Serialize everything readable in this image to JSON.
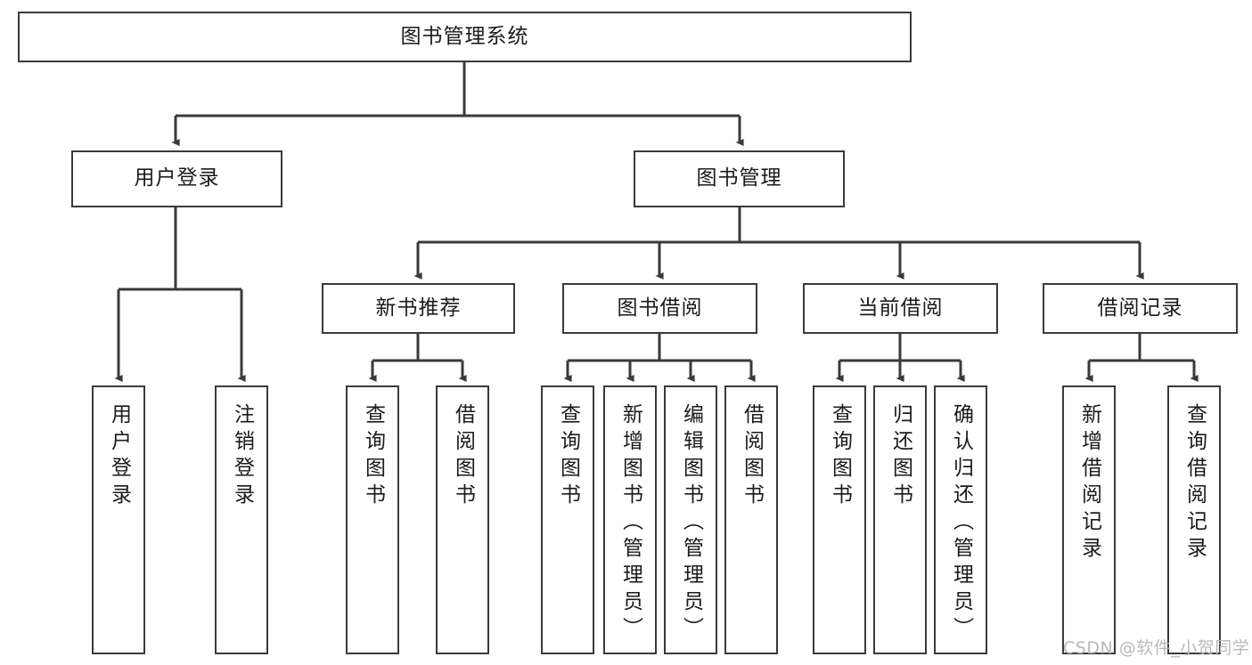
{
  "diagram": {
    "type": "hierarchy-tree",
    "title": "图书管理系统",
    "watermark": "CSDN @软件_小贺同学",
    "colors": {
      "box_border": "#3a3a3a",
      "box_fill": "#ffffff",
      "edge": "#3a3a3a",
      "text": "#1b1b1b",
      "watermark": "#b9b9b9"
    },
    "nodes": {
      "root": {
        "label": "图书管理系统"
      },
      "level2": [
        {
          "id": "user-login",
          "label": "用户登录"
        },
        {
          "id": "book-management",
          "label": "图书管理"
        }
      ],
      "level3": [
        {
          "id": "new-book-recommend",
          "label": "新书推荐"
        },
        {
          "id": "book-borrow",
          "label": "图书借阅"
        },
        {
          "id": "current-borrow",
          "label": "当前借阅"
        },
        {
          "id": "borrow-records",
          "label": "借阅记录"
        }
      ],
      "leaves": [
        {
          "id": "leaf-user-login",
          "label": "用户登录",
          "parent": "user-login"
        },
        {
          "id": "leaf-logout",
          "label": "注销登录",
          "parent": "user-login"
        },
        {
          "id": "leaf-query-book-1",
          "label": "查询图书",
          "parent": "new-book-recommend"
        },
        {
          "id": "leaf-borrow-book-1",
          "label": "借阅图书",
          "parent": "new-book-recommend"
        },
        {
          "id": "leaf-query-book-2",
          "label": "查询图书",
          "parent": "book-borrow"
        },
        {
          "id": "leaf-add-book",
          "label": "新增图书（管理员）",
          "parent": "book-borrow"
        },
        {
          "id": "leaf-edit-book",
          "label": "编辑图书（管理员）",
          "parent": "book-borrow"
        },
        {
          "id": "leaf-borrow-book-2",
          "label": "借阅图书",
          "parent": "book-borrow"
        },
        {
          "id": "leaf-query-book-3",
          "label": "查询图书",
          "parent": "current-borrow"
        },
        {
          "id": "leaf-return-book",
          "label": "归还图书",
          "parent": "current-borrow"
        },
        {
          "id": "leaf-confirm-return",
          "label": "确认归还（管理员）",
          "parent": "current-borrow"
        },
        {
          "id": "leaf-add-record",
          "label": "新增借阅记录",
          "parent": "borrow-records"
        },
        {
          "id": "leaf-query-record",
          "label": "查询借阅记录",
          "parent": "borrow-records"
        }
      ]
    }
  }
}
